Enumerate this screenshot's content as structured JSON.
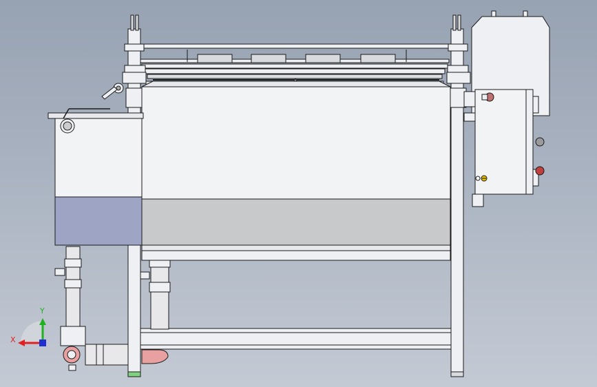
{
  "app": {
    "view": "front-view",
    "background_top": "#97a2b2",
    "background_bottom": "#c4cad4"
  },
  "triad": {
    "x_label": "X",
    "y_label": "Y",
    "x_color": "#e02020",
    "y_color": "#20b020",
    "z_color": "#2030d0"
  },
  "colors": {
    "frame": "#eef0f3",
    "tank": "#f2f3f5",
    "tank_lower": "#c8c9cb",
    "side_box_lower": "#9ea4c4",
    "edge": "#1a1a1a",
    "pipe": "#e8e8ea",
    "elbow": "#e8a0a0",
    "foot": "#7fd27f"
  }
}
